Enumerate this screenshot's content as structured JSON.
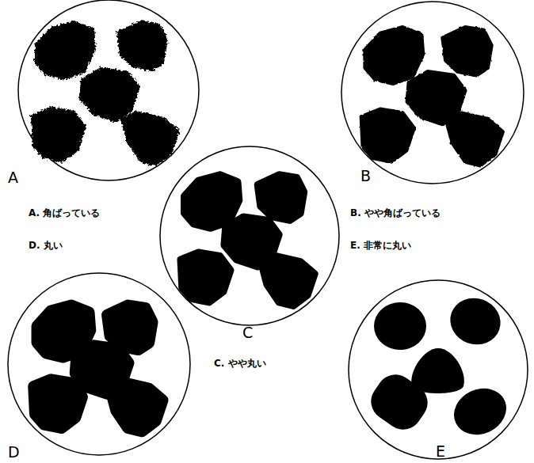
{
  "diagram": {
    "labels": [
      "A",
      "B",
      "C",
      "D",
      "E",
      "A. 角ばっている",
      "D. 丸い",
      "B. やや角ばっている",
      "E. 非常に丸い",
      "C. やや丸い"
    ]
  }
}
